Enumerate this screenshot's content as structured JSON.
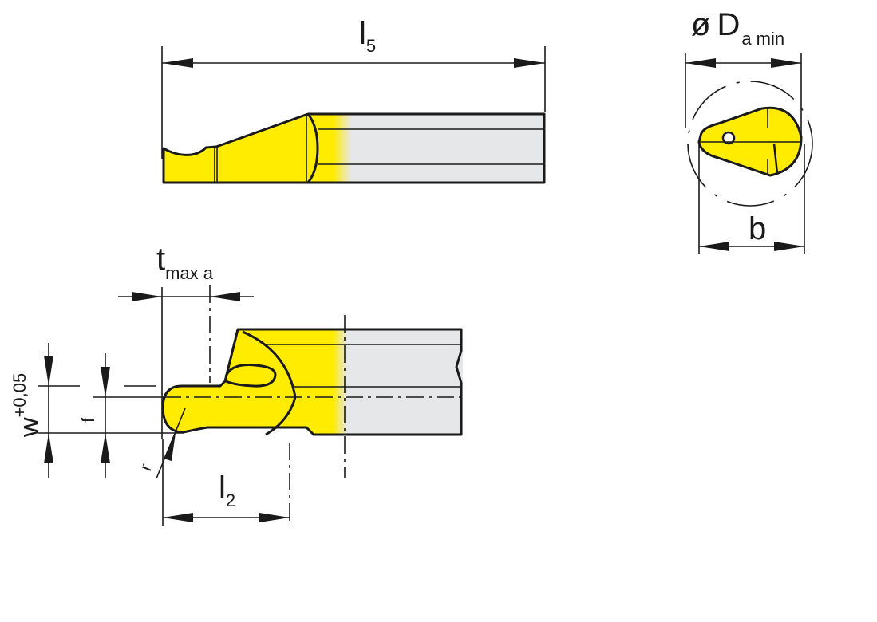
{
  "diagram": {
    "title": "Boring bar insert dimension drawing",
    "colors": {
      "insert_yellow": "#ffec00",
      "shank_gray": "#e6e7e8",
      "line": "#1a1a1a"
    },
    "top_view": {
      "dimension_l5": {
        "symbol": "l",
        "subscript": "5"
      }
    },
    "end_view": {
      "dimension_D": {
        "prefix": "ø",
        "symbol": "D",
        "subscript": "a min"
      },
      "dimension_b": {
        "symbol": "b"
      }
    },
    "detail_view": {
      "dimension_t": {
        "symbol": "t",
        "subscript": "max a"
      },
      "dimension_w": {
        "symbol": "w",
        "superscript": "+0,05"
      },
      "dimension_f": {
        "symbol": "f"
      },
      "dimension_r": {
        "symbol": "r"
      },
      "dimension_l2": {
        "symbol": "l",
        "subscript": "2"
      }
    }
  }
}
